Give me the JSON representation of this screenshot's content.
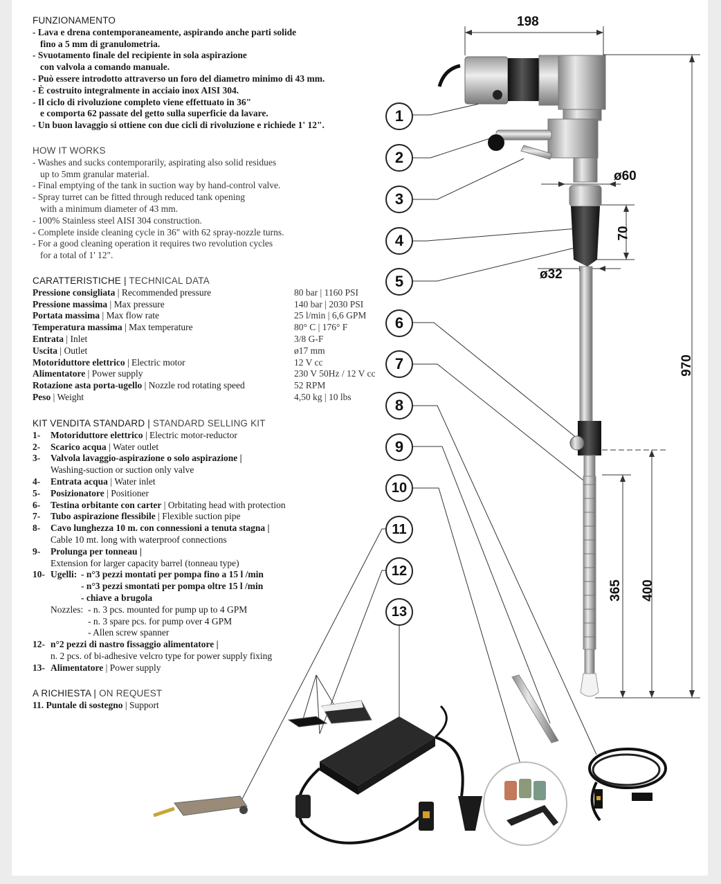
{
  "funzionamento": {
    "title": "FUNZIONAMENTO",
    "lines": [
      "- Lava e drena contemporaneamente, aspirando anche parti solide",
      "  fino a 5 mm di granulometria.",
      "- Svuotamento finale del recipiente in sola aspirazione",
      "  con valvola a comando manuale.",
      "- Può essere introdotto attraverso un foro del diametro minimo di 43 mm.",
      "- È costruito integralmente in acciaio inox AISI 304.",
      "- Il ciclo di rivoluzione completo viene effettuato in 36\"",
      "  e comporta 62 passate del getto sulla superficie da lavare.",
      "- Un buon lavaggio si ottiene con due cicli di rivoluzione e richiede 1' 12\"."
    ]
  },
  "how_it_works": {
    "title": "HOW IT WORKS",
    "lines": [
      "- Washes and sucks contemporarily, aspirating also solid residues",
      "  up to 5mm granular material.",
      "- Final emptying of the tank in suction way by hand-control valve.",
      "- Spray turret can be fitted through reduced tank opening",
      "  with a minimum diameter of 43 mm.",
      "- 100% Stainless steel AISI 304 construction.",
      "- Complete inside cleaning cycle in 36\" with 62 spray-nozzle turns.",
      "- For a good cleaning operation it requires two revolution cycles",
      "  for a total of 1' 12\"."
    ]
  },
  "technical": {
    "title_it": "CARATTERISTICHE",
    "sep": " | ",
    "title_en": "TECHNICAL DATA",
    "rows": [
      {
        "it": "Pressione consigliata",
        "en": "Recommended pressure",
        "value": "80 bar | 1160 PSI"
      },
      {
        "it": "Pressione massima",
        "en": "Max pressure",
        "value": "140 bar | 2030 PSI"
      },
      {
        "it": "Portata massima",
        "en": "Max flow rate",
        "value": "25 l/min | 6,6 GPM"
      },
      {
        "it": "Temperatura massima",
        "en": "Max temperature",
        "value": "80° C | 176° F"
      },
      {
        "it": "Entrata",
        "en": "Inlet",
        "value": "3/8 G-F"
      },
      {
        "it": "Uscita",
        "en": "Outlet",
        "value": "ø17 mm"
      },
      {
        "it": "Motoriduttore elettrico",
        "en": "Electric motor",
        "value": "12 V cc"
      },
      {
        "it": "Alimentatore",
        "en": "Power supply",
        "value": "230 V 50Hz / 12 V cc"
      },
      {
        "it": "Rotazione asta porta-ugello",
        "en": "Nozzle rod rotating speed",
        "value": "52 RPM"
      },
      {
        "it": "Peso",
        "en": "Weight",
        "value": "4,50 kg | 10 lbs"
      }
    ]
  },
  "kit": {
    "title_it": "KIT VENDITA STANDARD",
    "sep": " | ",
    "title_en": "STANDARD SELLING KIT",
    "items": [
      {
        "num": "1-",
        "it": "Motoriduttore elettrico",
        "en": "Electric motor-reductor",
        "extra": ""
      },
      {
        "num": "2-",
        "it": "Scarico acqua",
        "en": "Water outlet",
        "extra": ""
      },
      {
        "num": "3-",
        "it": "Valvola lavaggio-aspirazione o solo aspirazione |",
        "en": "",
        "extra": "Washing-suction or suction only valve"
      },
      {
        "num": "4-",
        "it": "Entrata acqua",
        "en": "Water inlet",
        "extra": ""
      },
      {
        "num": "5-",
        "it": "Posizionatore",
        "en": "Positioner",
        "extra": ""
      },
      {
        "num": "6-",
        "it": "Testina orbitante con carter",
        "en": "Orbitating head with protection",
        "extra": ""
      },
      {
        "num": "7-",
        "it": "Tubo aspirazione flessibile",
        "en": "Flexible suction pipe",
        "extra": ""
      },
      {
        "num": "8-",
        "it": "Cavo lunghezza 10 m. con connessioni a tenuta stagna |",
        "en": "",
        "extra": "Cable 10 mt. long with waterproof connections"
      },
      {
        "num": "9-",
        "it": "Prolunga per tonneau |",
        "en": "",
        "extra": "Extension for larger capacity barrel (tonneau type)"
      }
    ],
    "item10_num": "10-",
    "item10_label": "Ugelli:",
    "item10_lines": [
      "- n°3 pezzi montati per pompa fino a 15 l /min",
      "- n°3 pezzi smontati per pompa oltre 15 l /min",
      "- chiave a brugola"
    ],
    "nozzles_label": "Nozzles:",
    "nozzles_lines": [
      "- n. 3 pcs. mounted for pump up to 4 GPM",
      "- n. 3 spare pcs. for pump over 4 GPM",
      "- Allen screw spanner"
    ],
    "item12_num": "12-",
    "item12_it": "n°2 pezzi di nastro fissaggio alimentatore |",
    "item12_extra": "n. 2 pcs. of bi-adhesive velcro type for power supply fixing",
    "item13_num": "13-",
    "item13_it": "Alimentatore",
    "item13_en": "Power supply"
  },
  "on_request": {
    "title_it": "A RICHIESTA",
    "sep": " | ",
    "title_en": "ON REQUEST",
    "num": "11.",
    "it": "Puntale di sostegno",
    "en": "Support"
  },
  "callouts": [
    "1",
    "2",
    "3",
    "4",
    "5",
    "6",
    "7",
    "8",
    "9",
    "10",
    "11",
    "12",
    "13"
  ],
  "dimensions": {
    "width_top": "198",
    "diam_60": "ø60",
    "h_70": "70",
    "diam_32": "ø32",
    "total_970": "970",
    "h_365": "365",
    "h_400": "400"
  }
}
